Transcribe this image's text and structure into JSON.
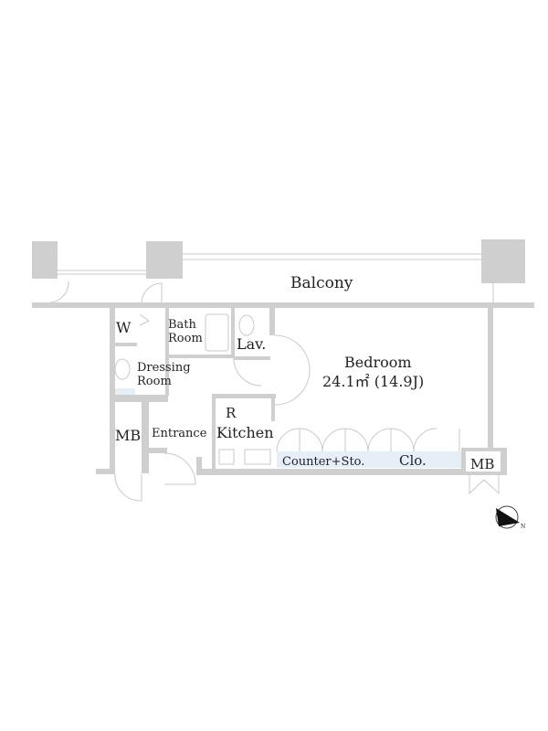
{
  "floorplan": {
    "rooms": {
      "balcony": "Balcony",
      "w": "W",
      "bath_line1": "Bath",
      "bath_line2": "Room",
      "lav": "Lav.",
      "dressing_line1": "Dressing",
      "dressing_line2": "Room",
      "bedroom": "Bedroom",
      "bedroom_area": "24.1㎡ (14.9J)",
      "refrigerator": "R",
      "kitchen": "Kitchen",
      "mb_left": "MB",
      "entrance": "Entrance",
      "counter": "Counter+Sto.",
      "closet": "Clo.",
      "mb_right": "MB"
    },
    "colors": {
      "wall": "#cfcfcf",
      "storage": "#e6eef8"
    },
    "compass_icon": "north-arrow-icon"
  }
}
